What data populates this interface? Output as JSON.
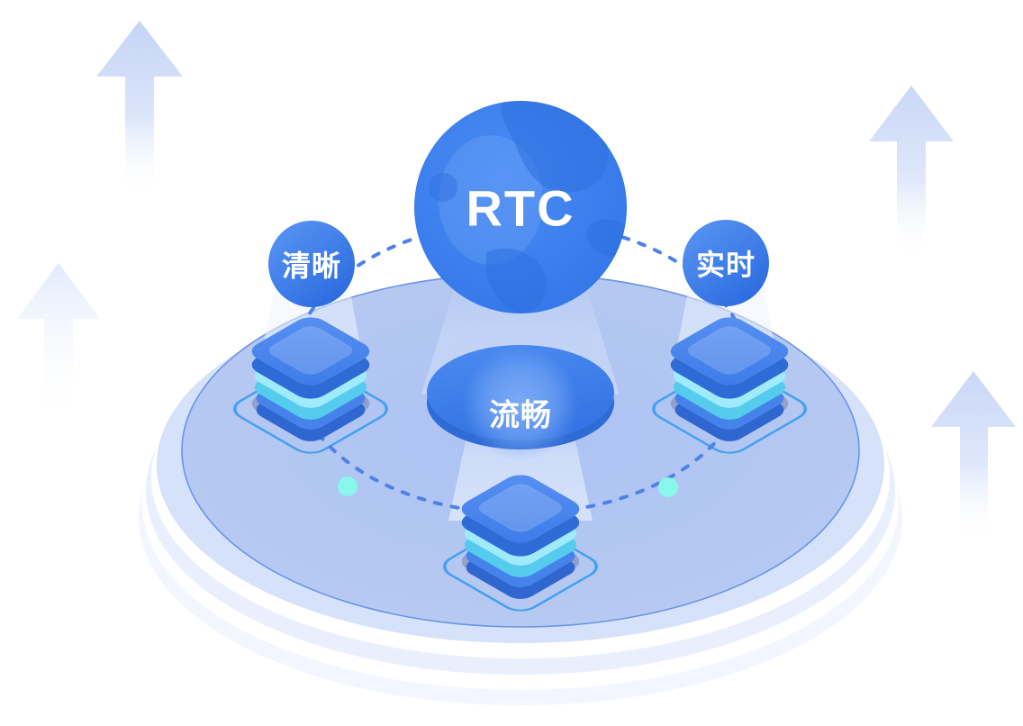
{
  "illustration": {
    "title_label": "RTC",
    "badges": [
      {
        "label": "清晰"
      },
      {
        "label": "实时"
      }
    ],
    "center_label": "流畅",
    "icons": {
      "globe": "globe-icon",
      "arrows": "arrow-up-icon",
      "chips": "layered-chip-icon",
      "orbit": "dashed-orbit-path",
      "orbit_nodes": "orbit-node-dot"
    },
    "colors": {
      "globe_blue": "#3479EB",
      "continent_blue": "#2E70DF",
      "badge_gradient_start": "#5B97F3",
      "badge_gradient_end": "#2B6ADF",
      "cylinder_blue": "#3C7DE9",
      "cylinder_rim": "#2E6BD5",
      "platform_fill": "#B6C9F2",
      "platform_stroke": "#6B93E8",
      "under_plate_1": "#D5E2FA",
      "under_plate_2": "#E9EFFC",
      "under_plate_3": "#F3F6FE",
      "chip_top": "#4E8AEF",
      "chip_side": "#2E6BD7",
      "chip_cyan_top": "#9FEAFB",
      "chip_cyan_side": "#55CBEE",
      "chip_bottom_top": "#4583EB",
      "chip_bottom_side": "#2F66CF",
      "chip_shadow": "#6F7BA0",
      "chip_outline": "#45A0F0",
      "orbit_dash": "#4E82E8",
      "orbit_node_cyan": "#87F8EA",
      "arrow_fade_blue": "#C8D6F7",
      "text_white": "#FFFFFF"
    }
  }
}
